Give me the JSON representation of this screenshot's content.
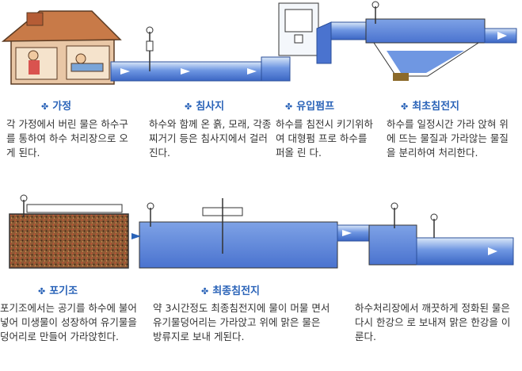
{
  "colors": {
    "water": "#5b86de",
    "water_dark": "#3d68c4",
    "pipe": "#c9dcf5",
    "arrow": "#ffffff",
    "title": "#2a63b8",
    "sludge": "#8c5a34"
  },
  "stages": [
    {
      "title": "가정",
      "description": "각 가정에서 버린 물은 하수구를 통하여 하수 처리장으로 오게 된다."
    },
    {
      "title": "침사지",
      "description": "하수와 함께 온 흙, 모래, 각종 찌거기 등은 침사지에서 걸러진다."
    },
    {
      "title": "유입펌프",
      "description": "하수를 침전시 키기위하여 대형펌 프로 하수를 퍼올 린 다."
    },
    {
      "title": "최초침전지",
      "description": "하수를 일정시간 가라 앉혀 위에 뜨는 물질과 가라않는 물질을 분리하여 처리한다."
    },
    {
      "title": "포기조",
      "description": "포기조에서는 공기를 하수에 불어넣어 미생물이 성장하여 유기물을 덩어리로 만들어 가라앉힌다."
    },
    {
      "title": "최종침전지",
      "description": "약 3시간정도 최종침전지에 물이 머물 면서 유기물덩어리는 가라앉고 위에 맑은 물은 방류지로 보내 게된다."
    },
    {
      "title": "",
      "description": "하수처리장에서 깨끗하게 정화된 물은 다시 한강으 로 보내져 맑은 한강을 이룬다."
    }
  ]
}
